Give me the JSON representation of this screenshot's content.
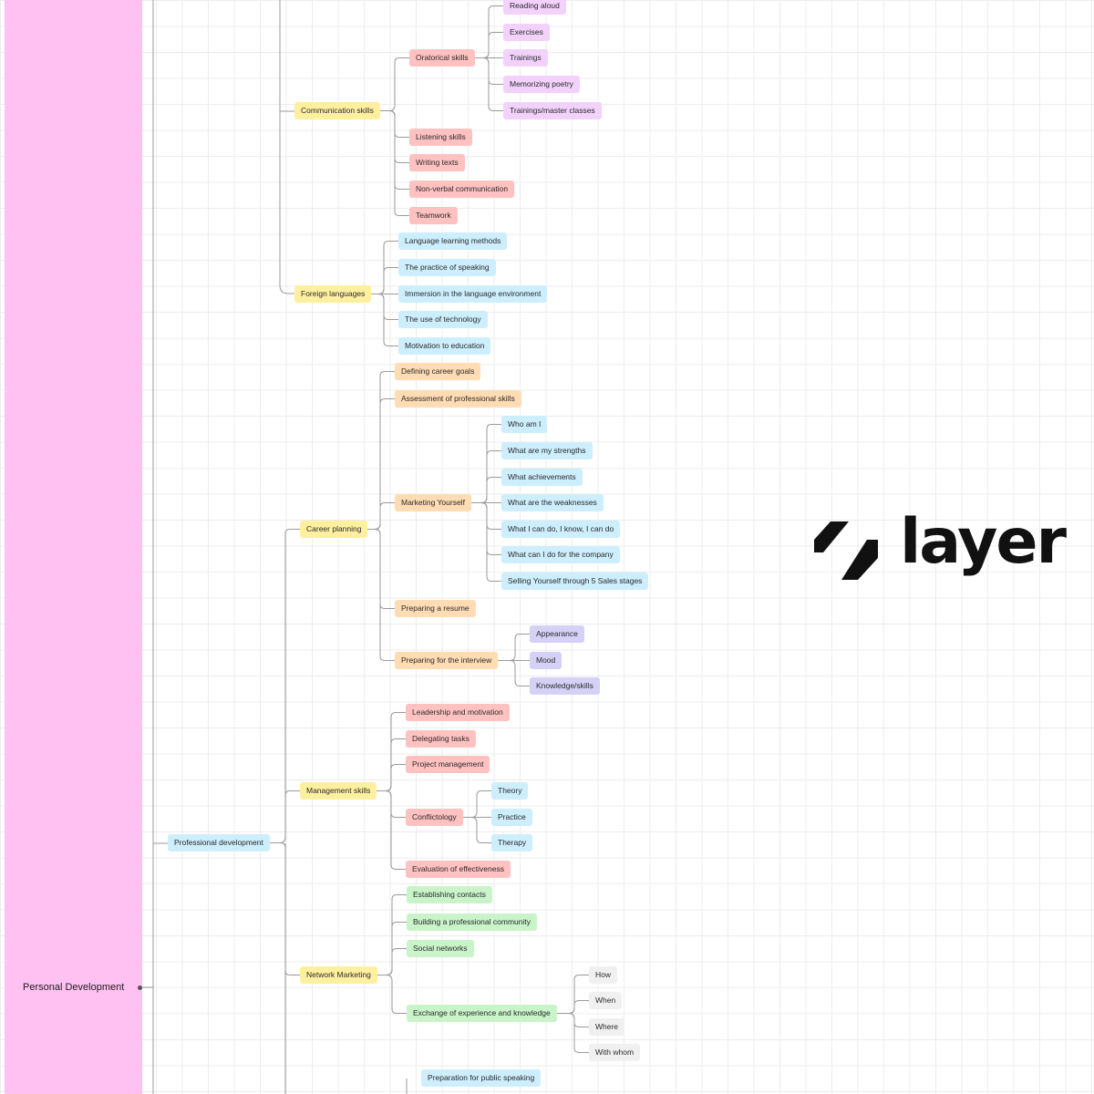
{
  "root": {
    "label": "Personal Development"
  },
  "logo": {
    "text": "layer"
  },
  "nodes": {
    "communication": "Communication skills",
    "oratorical": "Oratorical skills",
    "reading_aloud": "Reading aloud",
    "exercises": "Exercises",
    "trainings": "Trainings",
    "memorizing": "Memorizing poetry",
    "master_classes": "Trainings/master classes",
    "listening": "Listening skills",
    "writing": "Writing texts",
    "nonverbal": "Non-verbal communication",
    "teamwork": "Teamwork",
    "foreign": "Foreign languages",
    "lang_methods": "Language learning methods",
    "practice_speaking": "The practice of speaking",
    "immersion": "Immersion in the language environment",
    "technology": "The use of technology",
    "motivation_edu": "Motivation to education",
    "career": "Career planning",
    "defining_goals": "Defining career goals",
    "assessment": "Assessment of professional skills",
    "marketing_yourself": "Marketing Yourself",
    "who_am_i": "Who am I",
    "strengths": "What are my strengths",
    "achievements": "What achievements",
    "weaknesses": "What are the weaknesses",
    "can_do": "What I can do, I know, I can do",
    "for_company": "What can I do for the company",
    "selling": "Selling Yourself through 5 Sales stages",
    "resume": "Preparing a resume",
    "interview": "Preparing for the interview",
    "appearance": "Appearance",
    "mood": "Mood",
    "knowledge": "Knowledge/skills",
    "professional": "Professional development",
    "management": "Management skills",
    "leadership": "Leadership and motivation",
    "delegating": "Delegating tasks",
    "project": "Project management",
    "conflictology": "Conflictology",
    "theory": "Theory",
    "practice": "Practice",
    "therapy": "Therapy",
    "evaluation": "Evaluation of effectiveness",
    "network": "Network Marketing",
    "contacts": "Establishing contacts",
    "community": "Building a professional community",
    "social": "Social networks",
    "exchange": "Exchange of experience and knowledge",
    "how": "How",
    "when": "When",
    "where": "Where",
    "with_whom": "With whom",
    "public_speaking": "Preparation for public speaking"
  },
  "colors": {
    "root_panel": "#ffc1f2",
    "yellow": "#fff0a0",
    "red": "#ffc2c0",
    "violet": "#f2d2fb",
    "blue": "#cdeefd",
    "orange": "#ffdcb3",
    "lavender": "#d5d1f6",
    "green": "#c9f4c9",
    "gray": "#f0f0f0",
    "connector": "#9a9a9a"
  }
}
